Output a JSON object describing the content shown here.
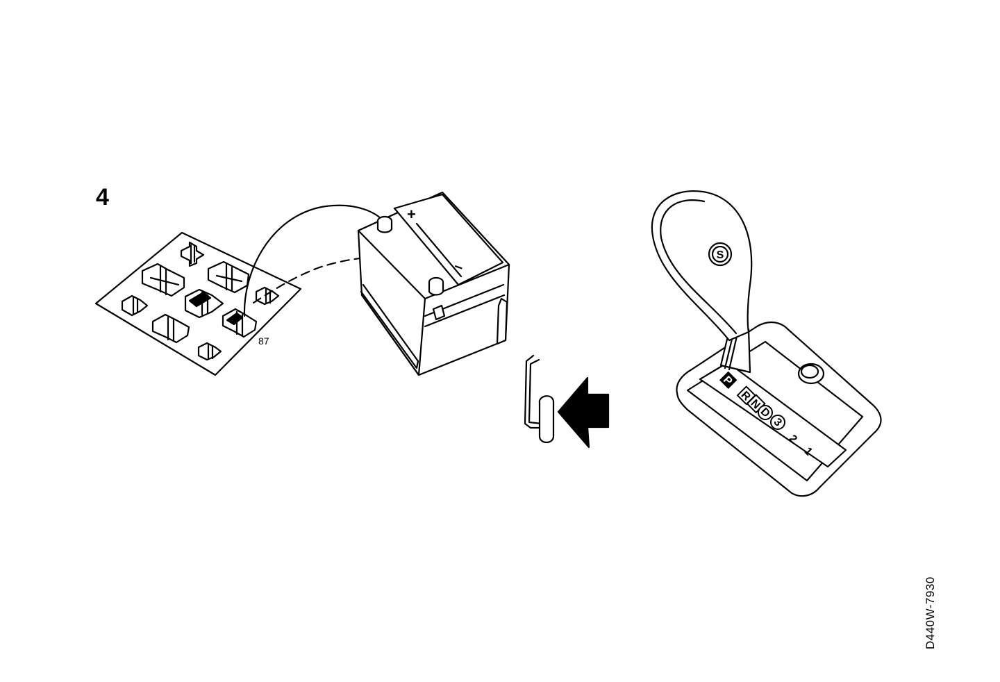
{
  "step_number": "4",
  "relay": {
    "terminal_label": "87"
  },
  "battery": {
    "positive_symbol": "+",
    "negative_symbol": "–"
  },
  "shifter": {
    "knob_button_label": "S",
    "gates": [
      "P",
      "R",
      "N",
      "D",
      "3",
      "2",
      "1"
    ]
  },
  "document_code": "D440W-7930",
  "colors": {
    "line": "#000000",
    "fill": "#ffffff"
  }
}
